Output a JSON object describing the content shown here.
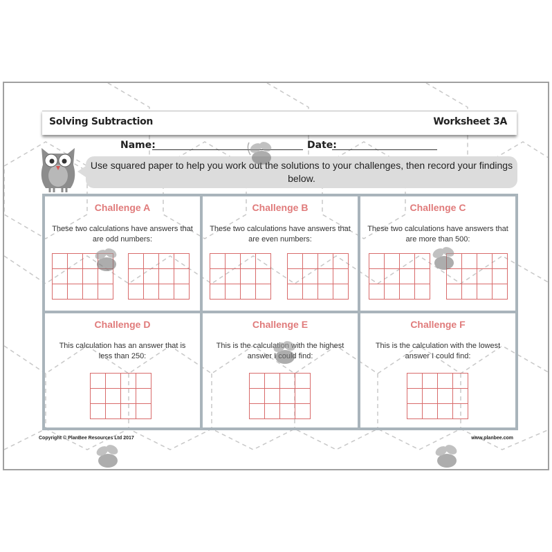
{
  "header": {
    "title": "Solving Subtraction",
    "worksheet": "Worksheet 3A"
  },
  "namerow": {
    "name_label": "Name:",
    "date_label": "Date:"
  },
  "instruction": "Use squared paper to help you work out the solutions to your challenges, then record your findings below.",
  "challenges": [
    {
      "title": "Challenge A",
      "text": "These two calculations have answers that are odd numbers:"
    },
    {
      "title": "Challenge B",
      "text": "These two calculations have answers that are even numbers:"
    },
    {
      "title": "Challenge C",
      "text": "These two calculations have answers that are more than 500:"
    },
    {
      "title": "Challenge D",
      "text": "This calculation has an answer that is less than 250:"
    },
    {
      "title": "Challenge E",
      "text": "This is the calculation with the highest answer I could find:"
    },
    {
      "title": "Challenge F",
      "text": "This is the calculation with the lowest answer I could find:"
    }
  ],
  "footer": {
    "copyright": "Copyright © PlanBee Resources Ltd 2017",
    "website": "www.planbee.com"
  },
  "colors": {
    "accent": "#e07b7b",
    "grid_border": "#a9b4bb",
    "box_line": "#d86a6a",
    "bubble": "#dcdcdc"
  },
  "icons": [
    "owl-mascot-icon",
    "bee-watermark-icon"
  ]
}
